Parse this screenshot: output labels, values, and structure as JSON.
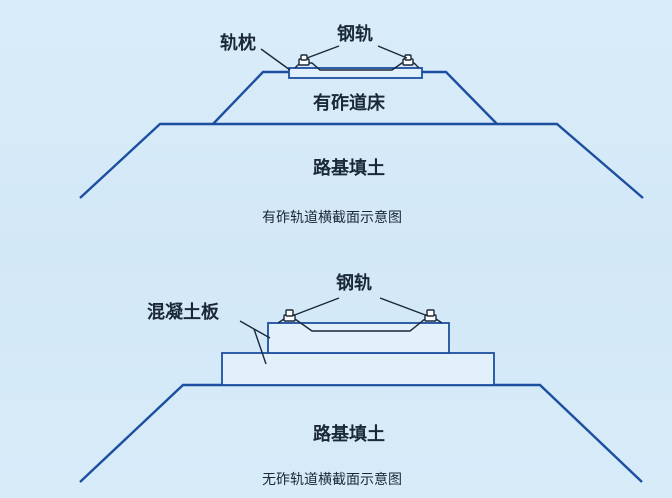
{
  "top_section": {
    "sleeper_label": "轨枕",
    "rail_label": "钢轨",
    "ballast_label": "有砟道床",
    "subgrade_label": "路基填土",
    "caption": "有砟轨道横截面示意图"
  },
  "bottom_section": {
    "slab_label": "混凝土板",
    "rail_label": "钢轨",
    "subgrade_label": "路基填土",
    "caption": "无砟轨道横截面示意图"
  },
  "colors": {
    "background": "#d6eaf8",
    "outline": "#1d4fa0",
    "text": "#1a2838"
  }
}
